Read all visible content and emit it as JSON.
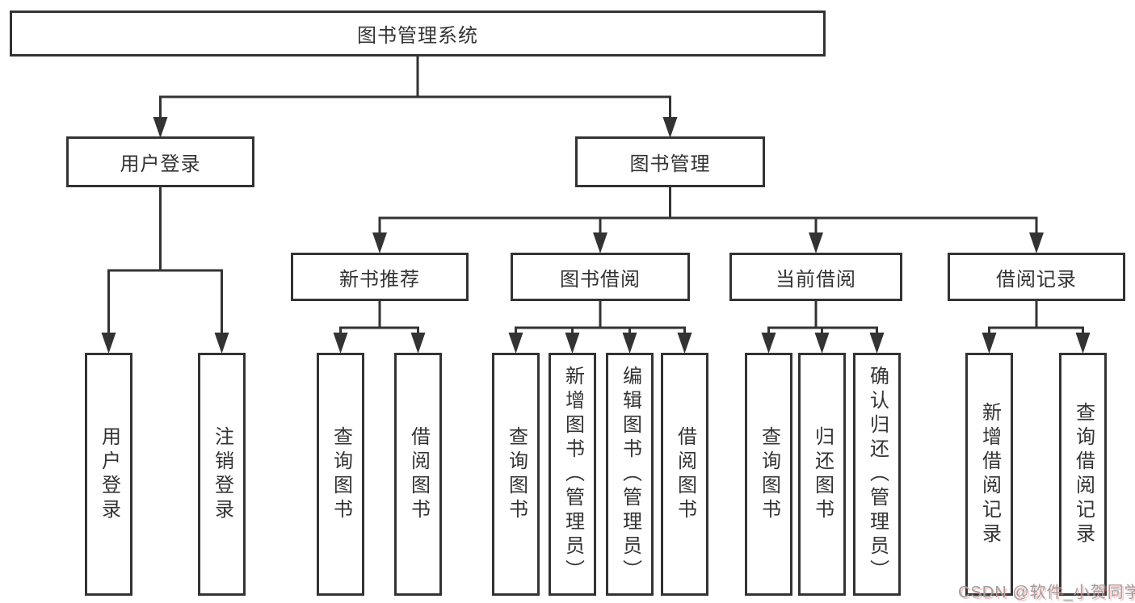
{
  "hierarchy": {
    "root": "图书管理系统",
    "children": [
      {
        "label": "用户登录",
        "children": [
          "用户登录",
          "注销登录"
        ]
      },
      {
        "label": "图书管理",
        "children": [
          {
            "label": "新书推荐",
            "children": [
              "查询图书",
              "借阅图书"
            ]
          },
          {
            "label": "图书借阅",
            "children": [
              "查询图书",
              "新增图书（管理员）",
              "编辑图书（管理员）",
              "借阅图书"
            ]
          },
          {
            "label": "当前借阅",
            "children": [
              "查询图书",
              "归还图书",
              "确认归还（管理员）"
            ]
          },
          {
            "label": "借阅记录",
            "children": [
              "新增借阅记录",
              "查询借阅记录"
            ]
          }
        ]
      }
    ]
  },
  "watermark": {
    "text": "CSDN @软件_小贺同学"
  },
  "colors": {
    "line": "#333333",
    "text": "#333333",
    "background": "#ffffff",
    "watermark_gray": "#9f9f9f",
    "watermark_pink": "#fc7878"
  }
}
